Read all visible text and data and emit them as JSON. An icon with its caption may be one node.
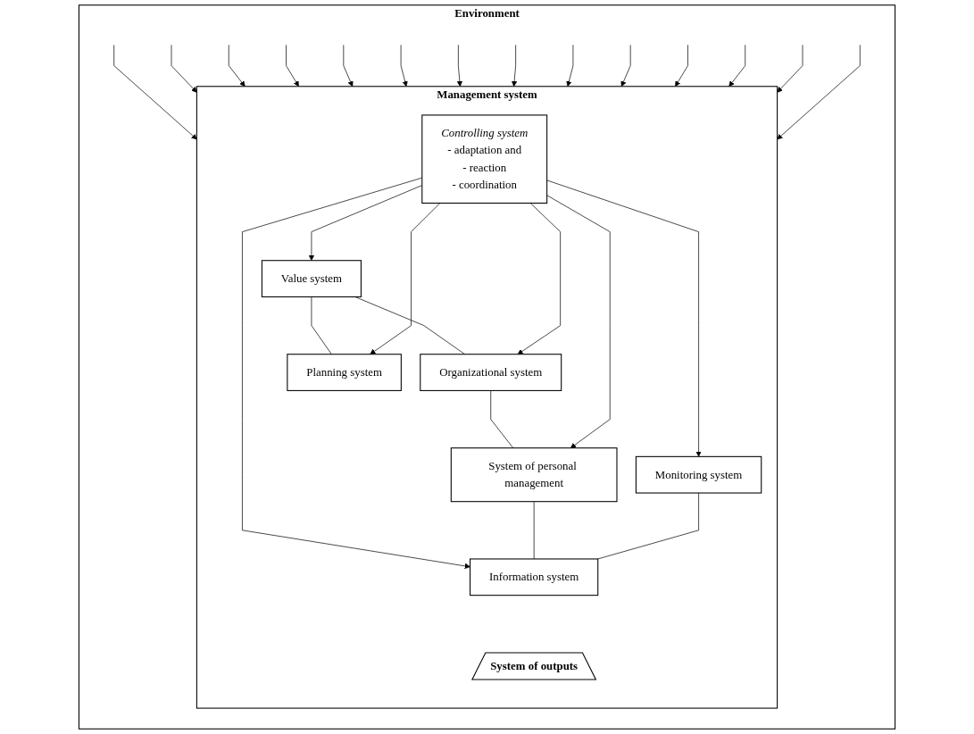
{
  "diagram": {
    "nodes": [
      {
        "text": [
          "Environment"
        ]
      },
      {
        "text": [
          "Management system"
        ],
        "in": 0
      },
      {
        "text": [
          "Value system"
        ],
        "in": 1
      },
      {
        "text": [
          "Organizational system"
        ],
        "in": 1
      },
      {
        "text": [
          "Controlling system",
          "- adaptation and",
          "- reaction",
          "- coordination"
        ],
        "in": 1
      },
      {
        "text": [
          "Planning system"
        ],
        "in": 1
      },
      {
        "text": [
          "System of personal management"
        ],
        "in": 1
      },
      {
        "text": [
          "Monitoring system"
        ],
        "in": 1
      },
      {
        "text": [
          "Information system"
        ],
        "in": 1
      },
      {
        "text": [
          "System of outputs"
        ],
        "in": 1
      }
    ],
    "edges": [
      {
        "from": null,
        "to": 1,
        "arrow": "to"
      },
      {
        "from": null,
        "to": 1,
        "arrow": "to"
      },
      {
        "from": null,
        "to": 1,
        "arrow": "to"
      },
      {
        "from": null,
        "to": 1,
        "arrow": "to"
      },
      {
        "from": null,
        "to": 1,
        "arrow": "to"
      },
      {
        "from": null,
        "to": 1,
        "arrow": "to"
      },
      {
        "from": 2,
        "to": 3,
        "arrow": "none"
      },
      {
        "from": 2,
        "to": 5,
        "arrow": "none"
      },
      {
        "from": 4,
        "to": 2,
        "arrow": "to"
      },
      {
        "from": 4,
        "to": 3,
        "arrow": "to"
      },
      {
        "from": 4,
        "to": 5,
        "arrow": "to"
      },
      {
        "from": 3,
        "to": 6,
        "arrow": "none"
      },
      {
        "from": 4,
        "to": 6,
        "arrow": "to"
      },
      {
        "from": 4,
        "to": 7,
        "arrow": "to"
      },
      {
        "from": 4,
        "to": 8,
        "arrow": "to"
      },
      {
        "from": 6,
        "to": 8,
        "arrow": "none"
      },
      {
        "from": 7,
        "to": 8,
        "arrow": "none"
      },
      {
        "from": null,
        "to": 1,
        "arrow": "to"
      },
      {
        "from": null,
        "to": 1,
        "arrow": "to"
      },
      {
        "from": null,
        "to": 1,
        "arrow": "to"
      },
      {
        "from": null,
        "to": 1,
        "arrow": "to"
      },
      {
        "from": null,
        "to": 1,
        "arrow": "to"
      },
      {
        "from": null,
        "to": 1,
        "arrow": "to"
      },
      {
        "from": null,
        "to": 1,
        "arrow": "to"
      },
      {
        "from": null,
        "to": 1,
        "arrow": "to"
      }
    ]
  }
}
